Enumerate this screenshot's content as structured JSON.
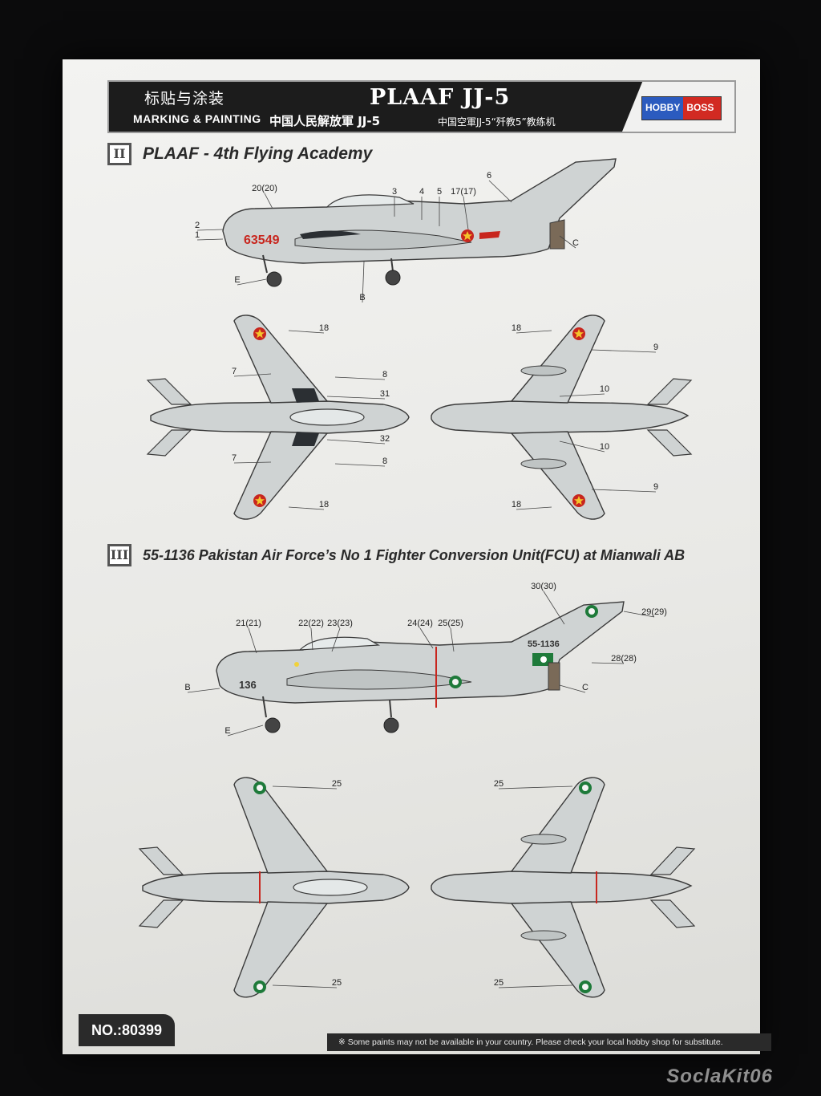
{
  "header": {
    "cn_label": "标贴与涂装",
    "en_label": "MARKING & PAINTING",
    "title": "PLAAF JJ-5",
    "subtitle_cn": "中国人民解放軍 JJ-5",
    "subtitle_cn2": "中国空軍JJ-5“歼教5”教练机",
    "logo_a": "HOBBY",
    "logo_b": "BOSS"
  },
  "sections": [
    {
      "num": "II",
      "title": "PLAAF - 4th Flying Academy"
    },
    {
      "num": "III",
      "title": "55-1136 Pakistan Air Force’s No 1 Fighter Conversion Unit(FCU) at Mianwali AB"
    }
  ],
  "markings": {
    "serial_plaaf": "63549",
    "serial_paf_tail": "55-1136",
    "serial_paf_nose": "136"
  },
  "callouts": {
    "s2_side": [
      "20(20)",
      "3",
      "4",
      "5",
      "17(17)",
      "6",
      "2",
      "1",
      "C",
      "E",
      "B"
    ],
    "s2_top": [
      "18",
      "7",
      "8",
      "31",
      "32",
      "7",
      "8",
      "18"
    ],
    "s2_bottom": [
      "18",
      "9",
      "10",
      "10",
      "9",
      "18"
    ],
    "s3_side": [
      "30(30)",
      "21(21)",
      "22(22)",
      "23(23)",
      "24(24)",
      "25(25)",
      "29(29)",
      "28(28)",
      "B",
      "C",
      "E"
    ],
    "s3_top": [
      "25",
      "25"
    ],
    "s3_bottom": [
      "25",
      "25"
    ]
  },
  "footer": {
    "code": "NO.:80399",
    "note": "※ Some paints may not be available in your country. Please check your local hobby shop for substitute."
  },
  "watermark": "SoclaKit06",
  "colors": {
    "aircraft": "#cfd3d3",
    "outline": "#3a3a3a",
    "red": "#c8261e",
    "green": "#1e7a3a",
    "header": "#1c1c1c"
  }
}
